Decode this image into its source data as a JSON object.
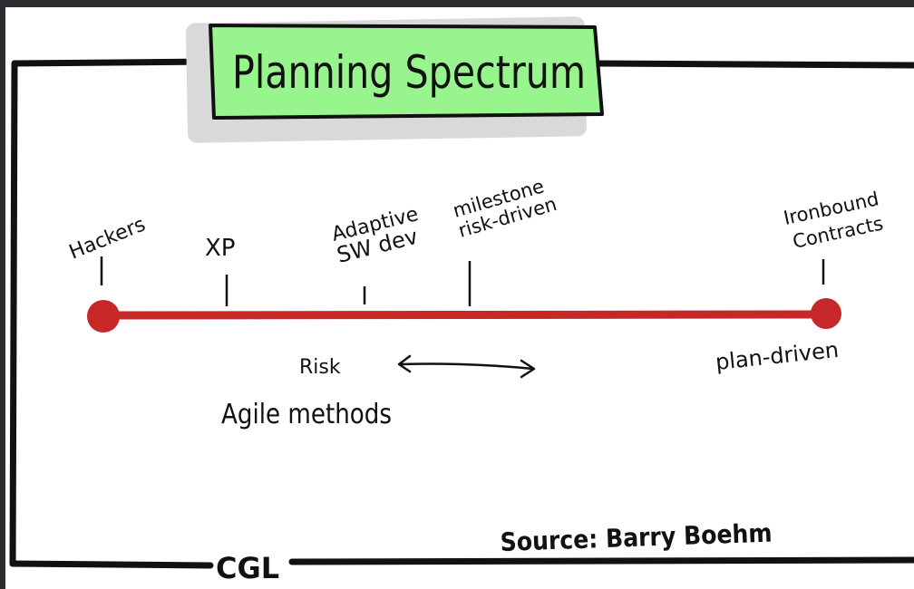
{
  "title": "Planning Spectrum",
  "spectrum": {
    "markers": [
      {
        "id": "hackers",
        "lines": [
          "Hackers"
        ]
      },
      {
        "id": "xp",
        "lines": [
          "XP"
        ]
      },
      {
        "id": "adaptive",
        "lines": [
          "Adaptive",
          "SW dev"
        ]
      },
      {
        "id": "milestone",
        "lines": [
          "milestone",
          "risk-driven"
        ]
      },
      {
        "id": "ironbound",
        "lines": [
          "Ironbound",
          "Contracts"
        ]
      }
    ],
    "line_color": "#c62828"
  },
  "labels": {
    "risk": "Risk",
    "agile": "Agile methods",
    "plan_driven": "plan-driven"
  },
  "footer": {
    "logo": "CGL",
    "source": "Source: Barry Boehm"
  },
  "colors": {
    "title_bg": "#98f58e",
    "title_shadow": "#d9d9d9",
    "frame": "#111111",
    "accent": "#c62828"
  }
}
